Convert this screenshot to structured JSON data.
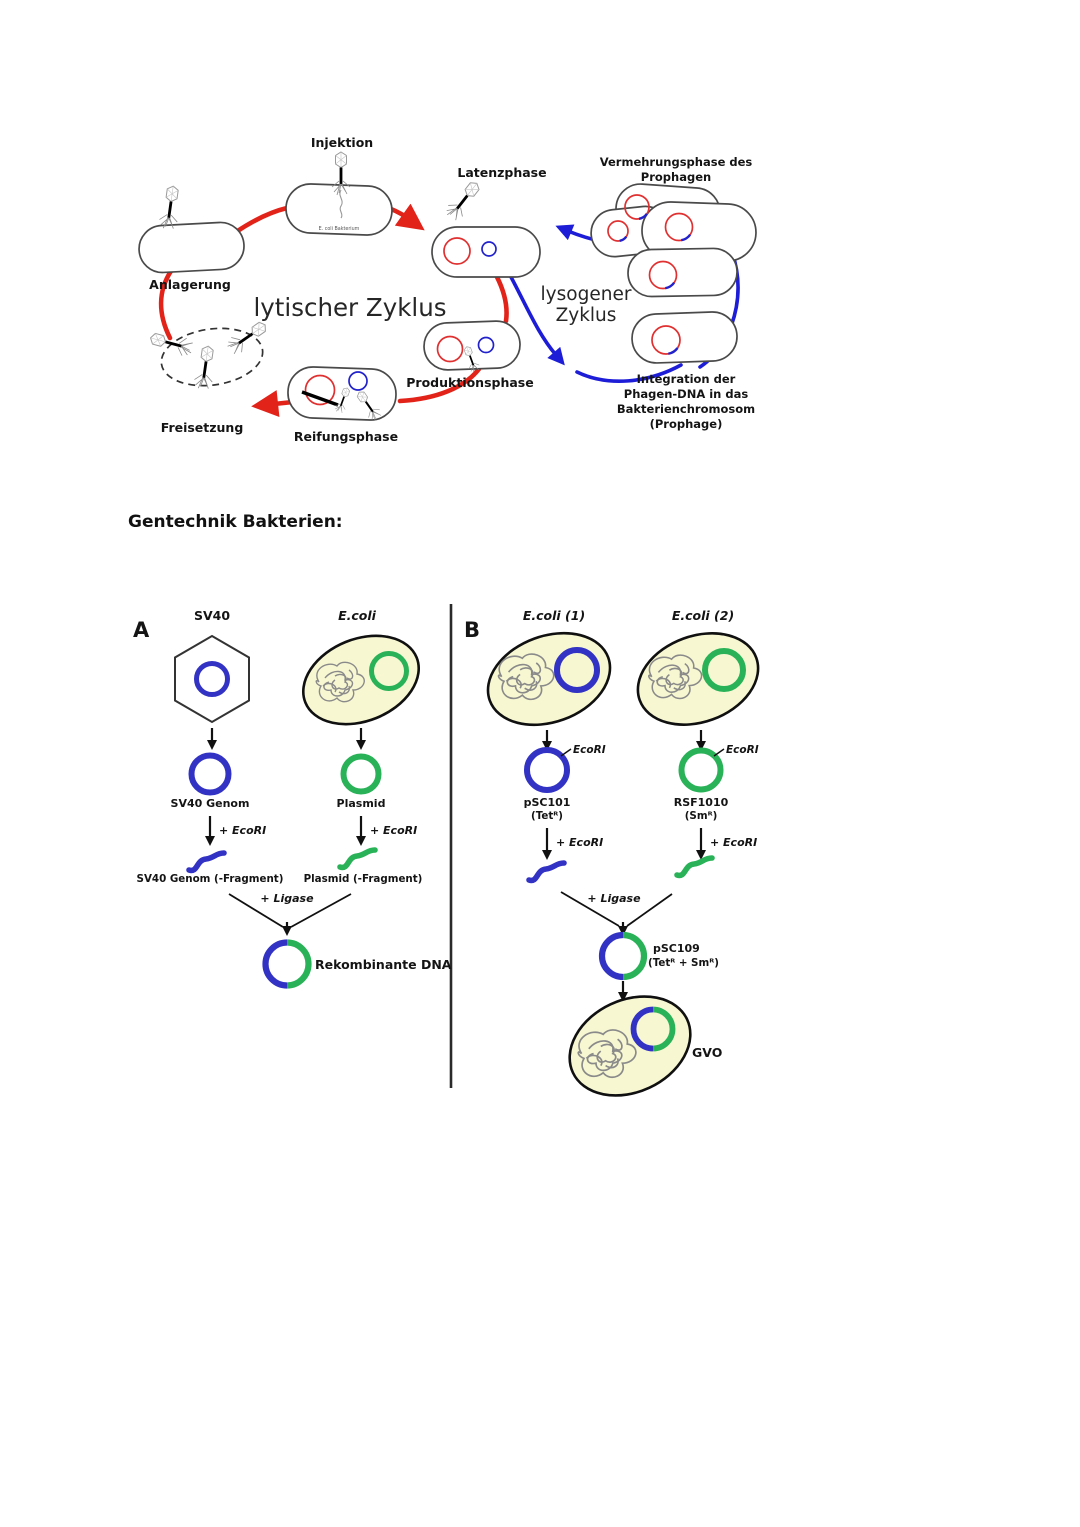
{
  "heading": "Gentechnik Bakterien:",
  "phage_cycle": {
    "labels": {
      "injektion": "Injektion",
      "latenzphase": "Latenzphase",
      "vermehrung_line1": "Vermehrungsphase des",
      "vermehrung_line2": "Prophagen",
      "anlagerung": "Anlagerung",
      "lytic_title": "lytischer Zyklus",
      "lysogenic_line1": "lysogener",
      "lysogenic_line2": "Zyklus",
      "produktionsphase": "Produktionsphase",
      "integration_line1": "Integration der",
      "integration_line2": "Phagen-DNA in das",
      "integration_line3": "Bakterienchromosom",
      "integration_line4": "(Prophage)",
      "freisetzung": "Freisetzung",
      "reifungsphase": "Reifungsphase",
      "ecoli_bakterium": "E. coli Bakterium"
    },
    "colors": {
      "lytic_red": "#e2231a",
      "lysogenic_blue": "#1d1dd8",
      "chromosome_red": "#e03030",
      "phage_dna_blue": "#2222cc"
    }
  },
  "gentechnik": {
    "plus_ecori": "+ EcoRI",
    "plus_ligase": "+ Ligase",
    "ecori_site": "EcoRI",
    "panel_a": {
      "label": "A",
      "col1_header": "SV40",
      "col2_header": "E.coli",
      "col1_ring_label": "SV40 Genom",
      "col2_ring_label": "Plasmid",
      "col1_fragment_label": "SV40 Genom (-Fragment)",
      "col2_fragment_label": "Plasmid (-Fragment)",
      "result_label": "Rekombinante DNA"
    },
    "panel_b": {
      "label": "B",
      "col1_header": "E.coli (1)",
      "col2_header": "E.coli (2)",
      "col1_plasmid_line1": "pSC101",
      "col1_plasmid_line2": "(Tetᴿ)",
      "col2_plasmid_line1": "RSF1010",
      "col2_plasmid_line2": "(Smᴿ)",
      "result_line1": "pSC109",
      "result_line2": "(Tetᴿ + Smᴿ)",
      "gvo_label": "GVO"
    },
    "colors": {
      "plasmid_blue": "#3232c4",
      "plasmid_green": "#29b257",
      "cell_fill": "#f7f7d2"
    }
  }
}
